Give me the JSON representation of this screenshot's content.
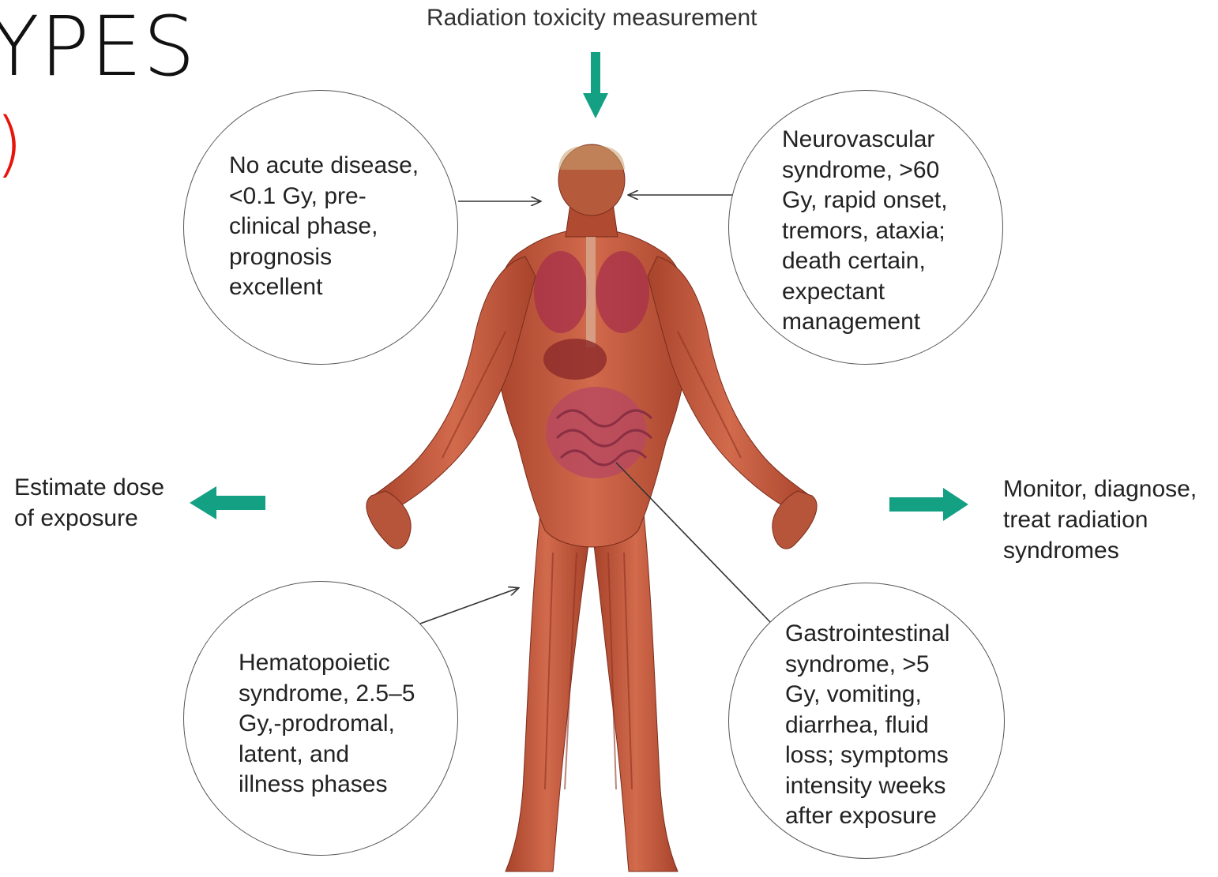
{
  "slide": {
    "title": "YPES",
    "subtitle": ")"
  },
  "diagram": {
    "top_label": "Radiation toxicity measurement",
    "left_label": [
      "Estimate dose",
      "of exposure"
    ],
    "right_label": [
      "Monitor, diagnose,",
      "treat radiation",
      "syndromes"
    ],
    "bubbles": {
      "top_left": [
        "No acute disease,",
        "<0.1 Gy, pre-",
        "clinical phase,",
        "prognosis",
        "excellent"
      ],
      "top_right": [
        "Neurovascular",
        "syndrome, >60",
        "Gy, rapid onset,",
        "tremors, ataxia;",
        "death certain,",
        "expectant",
        "management"
      ],
      "bottom_left": [
        "Hematopoietic",
        "syndrome, 2.5–5",
        "Gy,-prodromal,",
        "latent, and",
        "illness phases"
      ],
      "bottom_right": [
        "Gastrointestinal",
        "syndrome, >5",
        "Gy, vomiting,",
        "diarrhea, fluid",
        "loss; symptoms",
        "intensity weeks",
        "after exposure"
      ]
    },
    "colors": {
      "arrow": "#14a083",
      "body_skin": "#c85a3e",
      "muscle": "#b8402c",
      "organ": "#a7304a",
      "subtitle": "#e8140c"
    },
    "figure_icon": "human-anatomy-figure"
  }
}
